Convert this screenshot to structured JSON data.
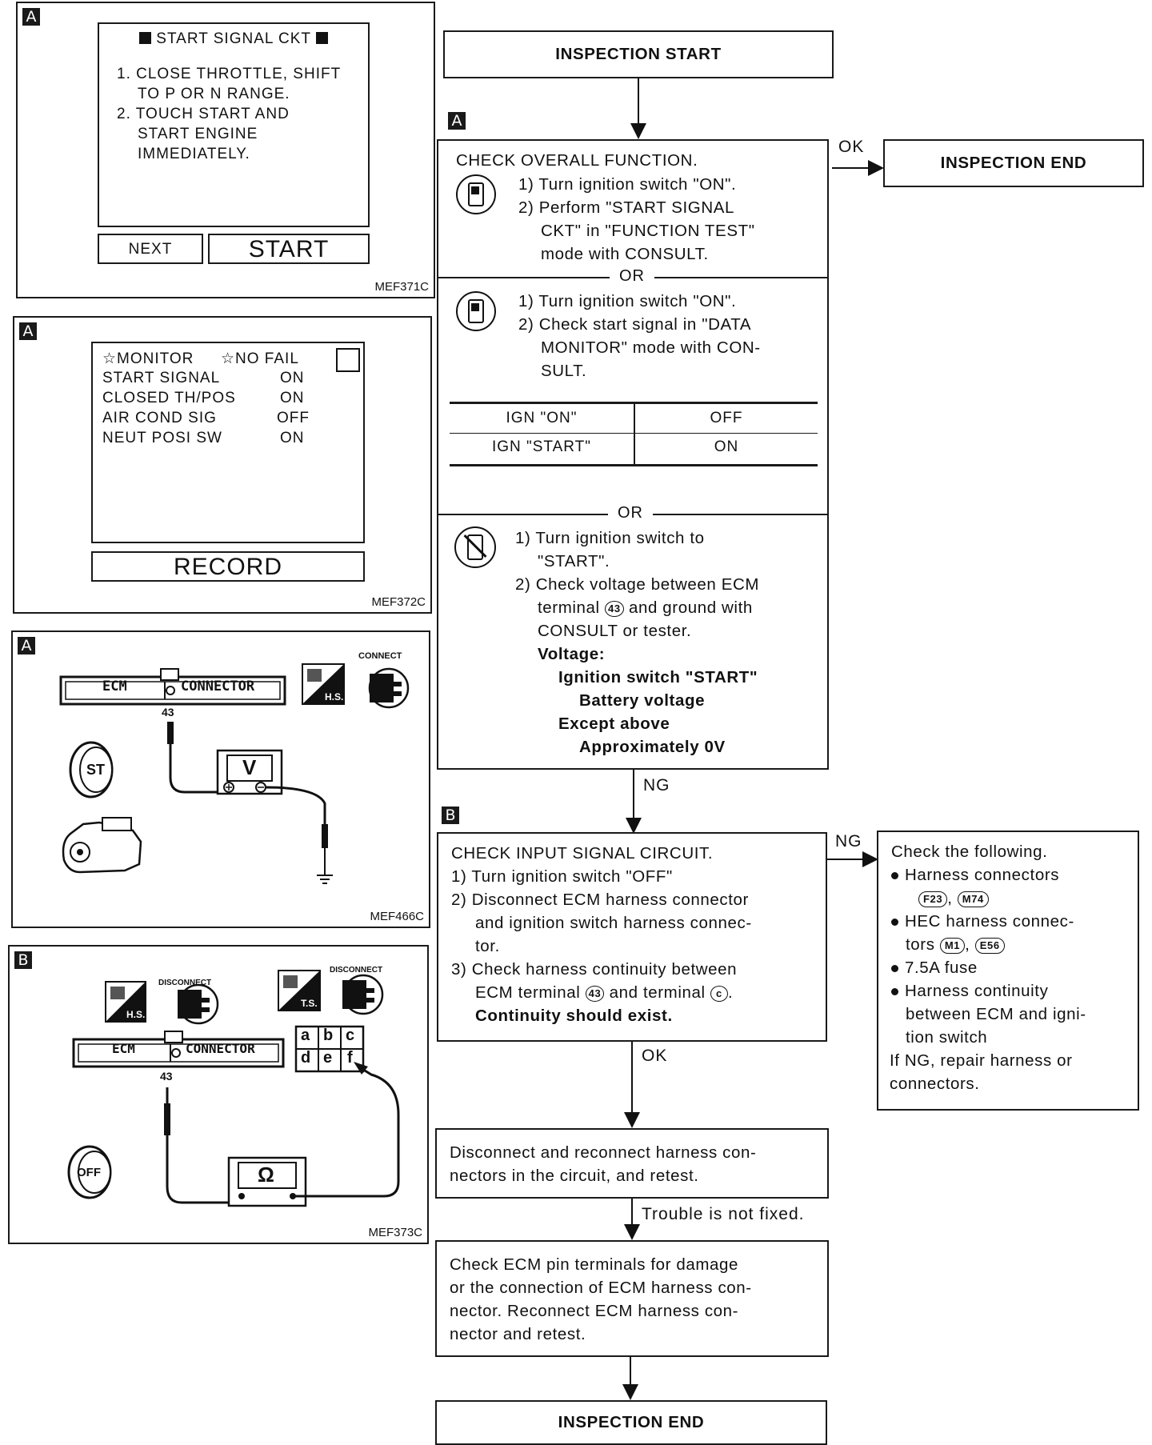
{
  "figures": {
    "fig1": {
      "tag": "A",
      "title": "START SIGNAL CKT",
      "lines": [
        "1. CLOSE THROTTLE, SHIFT",
        "TO P OR N RANGE.",
        "2. TOUCH START AND",
        "START ENGINE",
        "IMMEDIATELY."
      ],
      "next_label": "NEXT",
      "start_label": "START",
      "code": "MEF371C"
    },
    "fig2": {
      "tag": "A",
      "header_left": "☆MONITOR",
      "header_right": "☆NO FAIL",
      "rows": [
        {
          "name": "START SIGNAL",
          "value": "ON"
        },
        {
          "name": "CLOSED TH/POS",
          "value": "ON"
        },
        {
          "name": "AIR COND SIG",
          "value": "OFF"
        },
        {
          "name": "NEUT POSI SW",
          "value": "ON"
        }
      ],
      "record_label": "RECORD",
      "code": "MEF372C"
    },
    "fig3": {
      "tag": "A",
      "ecm": "ECM",
      "connector": "CONNECTOR",
      "terminal": "43",
      "connect": "CONNECT",
      "hs": "H.S.",
      "meter": "V",
      "key": "ST",
      "code": "MEF466C"
    },
    "fig4": {
      "tag": "B",
      "ecm": "ECM",
      "connector": "CONNECTOR",
      "terminal": "43",
      "disconnect1": "DISCONNECT",
      "disconnect2": "DISCONNECT",
      "hs": "H.S.",
      "ts": "T.S.",
      "meter": "Ω",
      "key": "OFF",
      "pins": [
        "a",
        "b",
        "c",
        "d",
        "e",
        "f"
      ],
      "code": "MEF373C"
    }
  },
  "flow": {
    "start": "INSPECTION START",
    "tag_a": "A",
    "tag_b": "B",
    "ok1": "OK",
    "end1": "INSPECTION END",
    "check_overall": {
      "heading": "CHECK OVERALL FUNCTION.",
      "m1": [
        "1) Turn ignition switch \"ON\".",
        "2) Perform \"START SIGNAL",
        "CKT\" in \"FUNCTION TEST\"",
        "mode with CONSULT."
      ],
      "or1": "OR",
      "m2": [
        "1) Turn ignition switch \"ON\".",
        "2) Check start signal in \"DATA",
        "MONITOR\" mode with CON-",
        "SULT."
      ],
      "table": [
        [
          "IGN \"ON\"",
          "OFF"
        ],
        [
          "IGN \"START\"",
          "ON"
        ]
      ],
      "or2": "OR",
      "m3": [
        "1) Turn ignition switch to",
        "\"START\".",
        "2) Check voltage between ECM",
        "terminal",
        "and ground with",
        "CONSULT or tester."
      ],
      "terminal": "43",
      "voltage_label": "Voltage:",
      "v1": "Ignition switch \"START\"",
      "v2": "Battery voltage",
      "v3": "Except above",
      "v4": "Approximately 0V"
    },
    "ng1": "NG",
    "input_circuit": {
      "heading": "CHECK INPUT SIGNAL CIRCUIT.",
      "l1": "1) Turn ignition switch \"OFF\"",
      "l2": "2) Disconnect ECM harness connector",
      "l3": "and ignition switch harness connec-",
      "l4": "tor.",
      "l5": "3) Check harness continuity between",
      "l6a": "ECM terminal",
      "l6b": "and terminal",
      "l7": "Continuity should exist.",
      "terminal": "43",
      "terminal_c": "c"
    },
    "ng2": "NG",
    "check_following": {
      "heading": "Check the following.",
      "i1": "Harness connectors",
      "c1": "F23",
      "c2": "M74",
      "i2a": "HEC harness connec-",
      "i2b": "tors",
      "c3": "M1",
      "c4": "E56",
      "i3": "7.5A fuse",
      "i4a": "Harness continuity",
      "i4b": "between ECM and igni-",
      "i4c": "tion switch",
      "f1": "If NG, repair harness or",
      "f2": "connectors."
    },
    "ok2": "OK",
    "reconnect": [
      "Disconnect and reconnect harness con-",
      "nectors in the circuit, and retest."
    ],
    "trouble": "Trouble is not fixed.",
    "check_pins": [
      "Check ECM pin terminals for damage",
      "or the connection of ECM harness con-",
      "nector. Reconnect ECM harness con-",
      "nector and retest."
    ],
    "end2": "INSPECTION END"
  }
}
